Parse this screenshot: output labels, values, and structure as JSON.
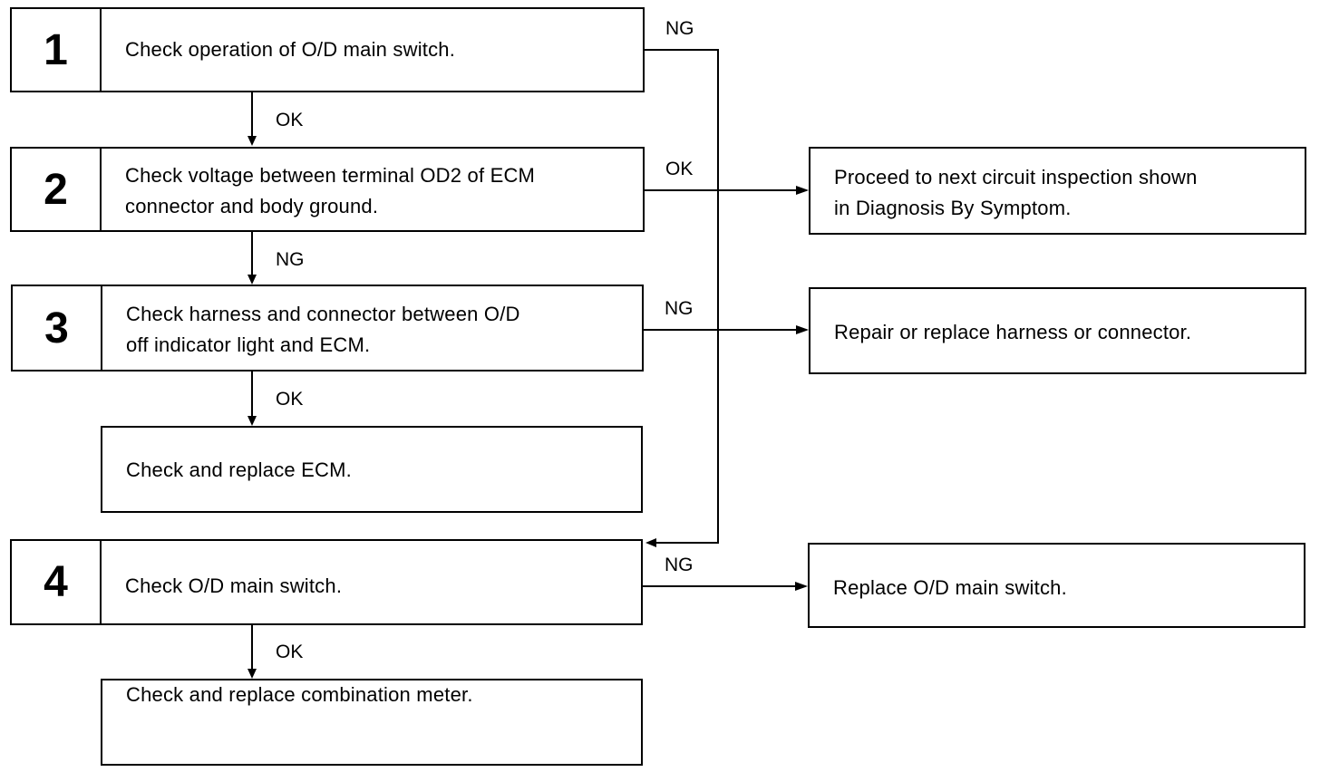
{
  "steps": [
    {
      "number": "1",
      "text": "Check operation of O/D main switch."
    },
    {
      "number": "2",
      "text": "Check voltage between terminal OD2 of ECM\nconnector and body ground."
    },
    {
      "number": "3",
      "text": "Check harness and connector between O/D\noff indicator light and ECM."
    },
    {
      "number": "4",
      "text": "Check O/D main switch."
    }
  ],
  "results": {
    "replace_ecm": "Check and replace ECM.",
    "replace_meter": "Check and replace combination meter.",
    "next_circuit": "Proceed to next circuit inspection shown\nin Diagnosis By Symptom.",
    "repair_harness": "Repair or replace harness or connector.",
    "replace_switch": "Replace O/D main switch."
  },
  "labels": {
    "ok_1_2": "OK",
    "ng_2_3": "NG",
    "ok_3_ecm": "OK",
    "ok_4_meter": "OK",
    "ng_1_4": "NG",
    "ok_2_next": "OK",
    "ng_3_repair": "NG",
    "ng_4_replace": "NG"
  }
}
